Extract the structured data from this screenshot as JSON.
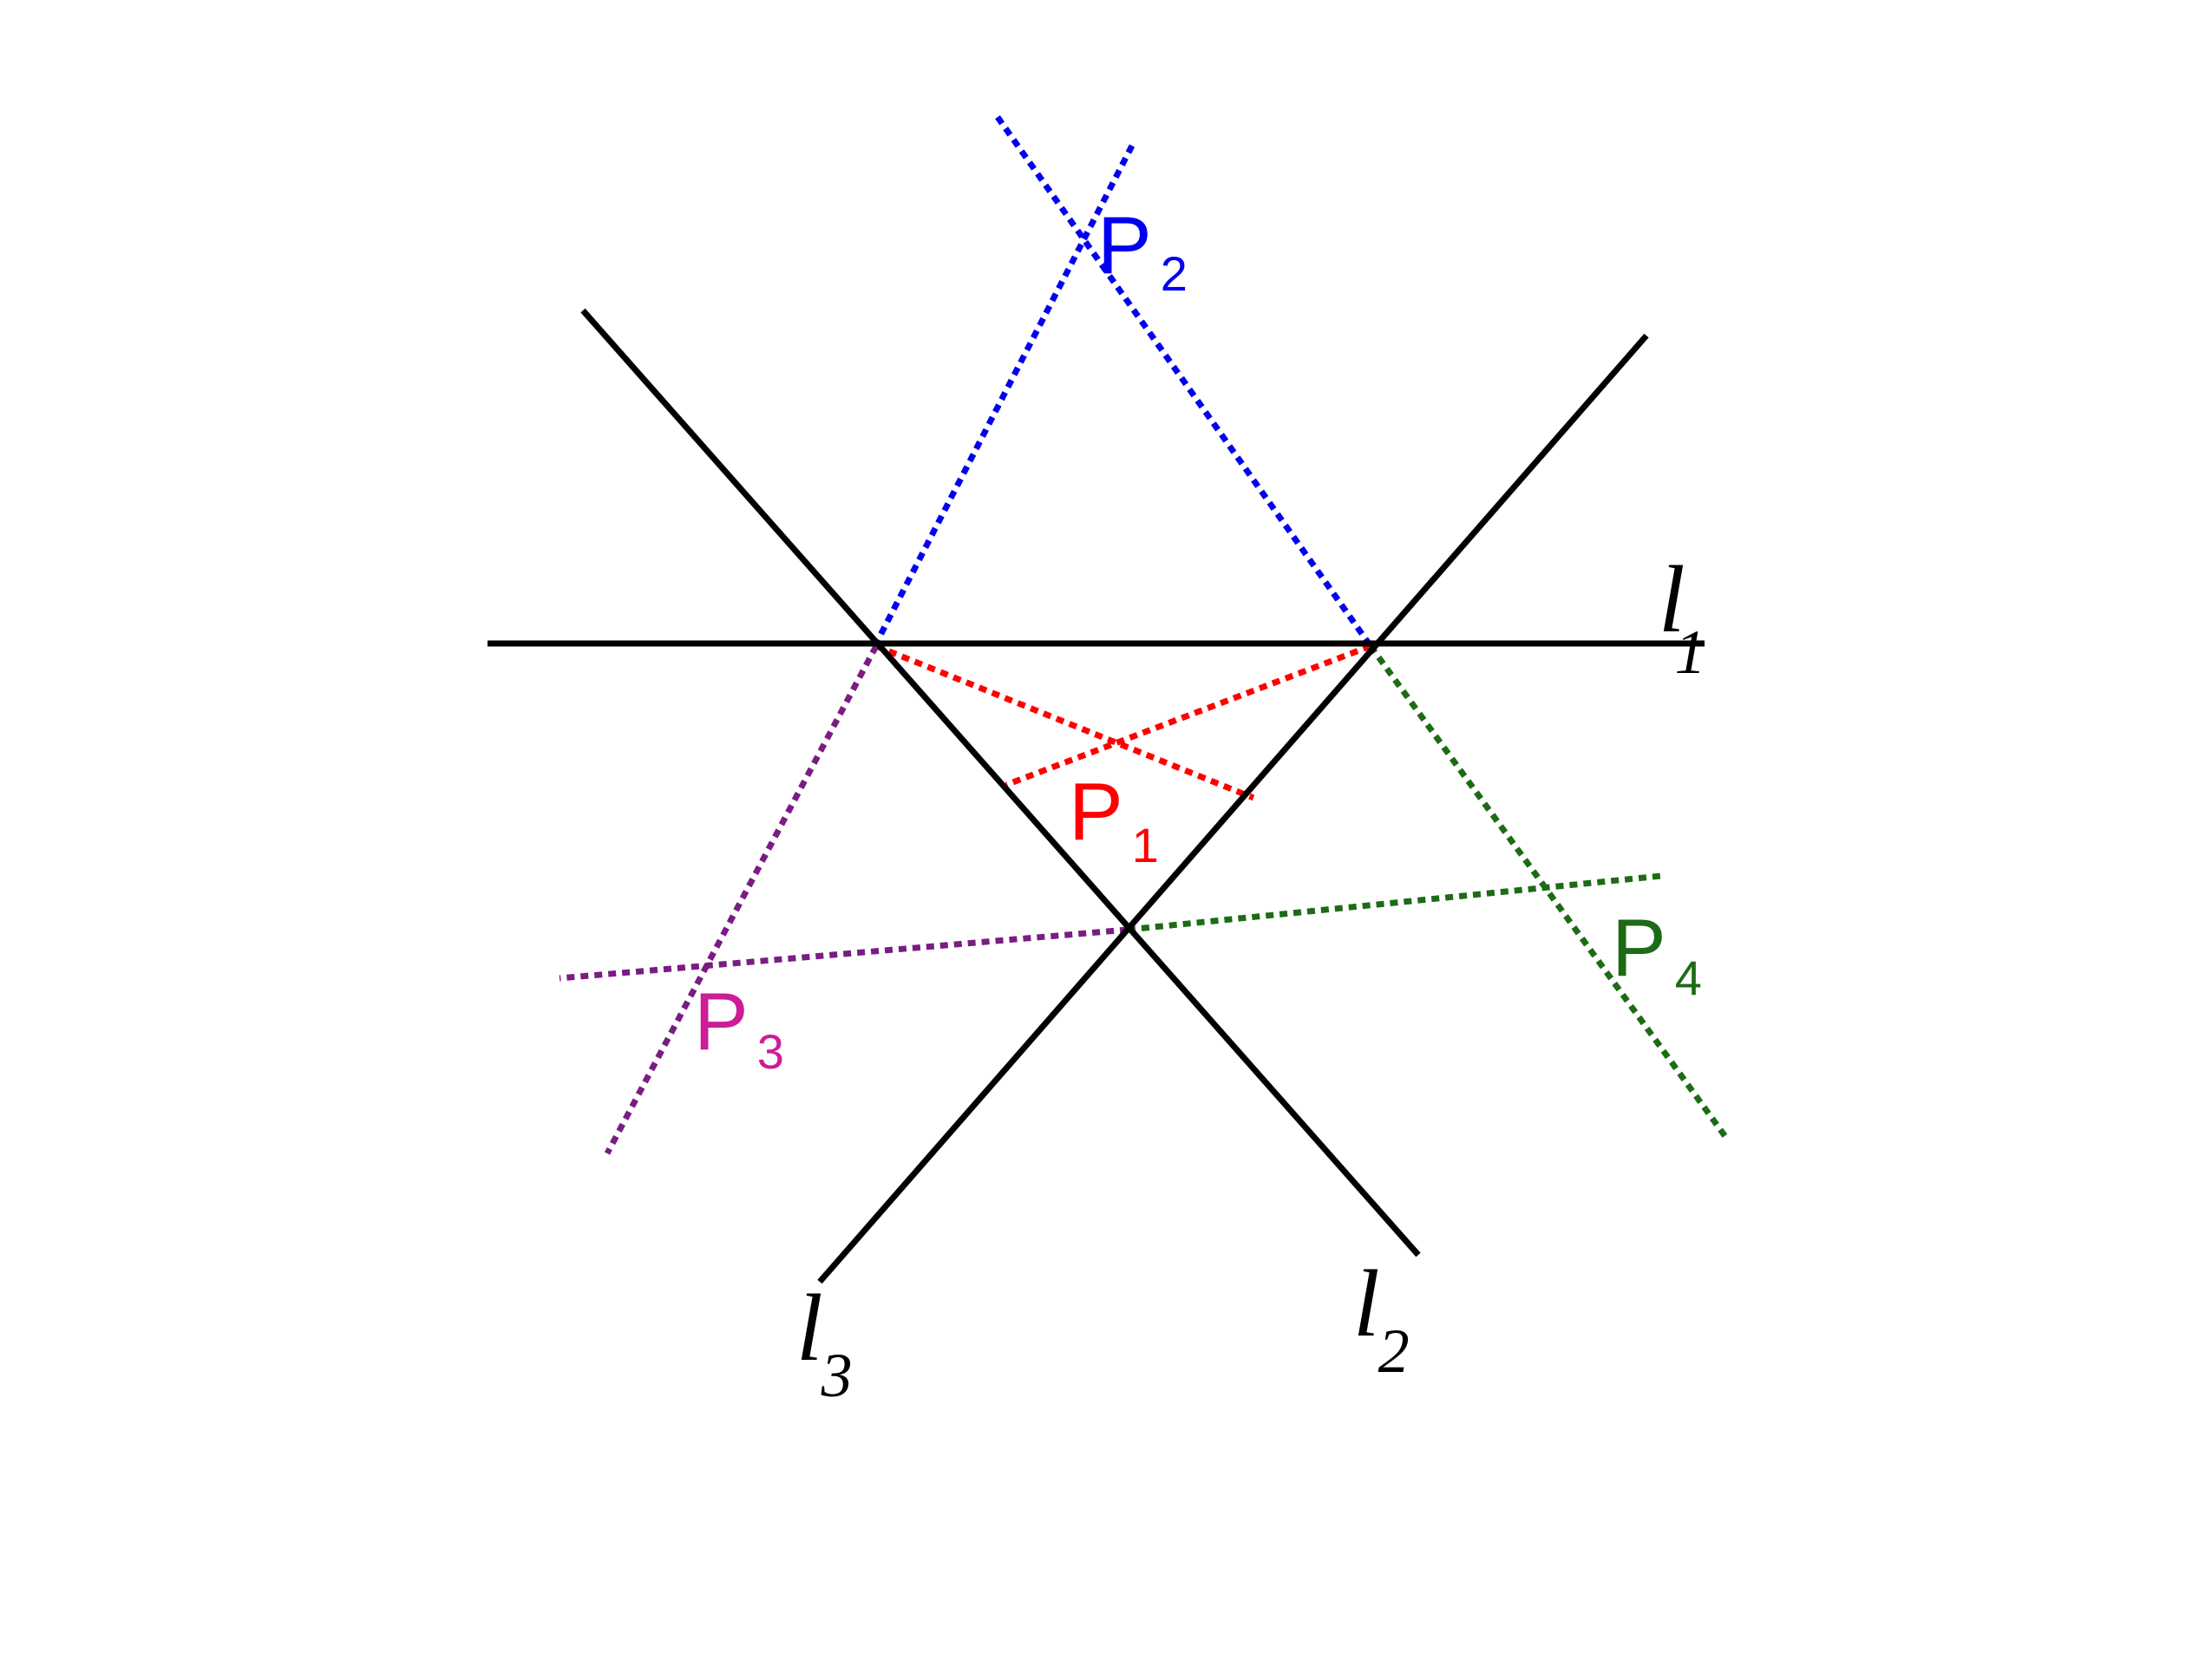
{
  "colors": {
    "lines": "#000000",
    "p1": "#ff0000",
    "p2": "#0000ee",
    "p3_lines": "#7a1c84",
    "p3_label": "#cc1c96",
    "p4": "#1d6b14"
  },
  "lines": [
    {
      "name": "l1",
      "letter": "l",
      "subscript": "1"
    },
    {
      "name": "l2",
      "letter": "l",
      "subscript": "2"
    },
    {
      "name": "l3",
      "letter": "l",
      "subscript": "3"
    }
  ],
  "points": [
    {
      "name": "P1",
      "letter": "P",
      "subscript": "1"
    },
    {
      "name": "P2",
      "letter": "P",
      "subscript": "2"
    },
    {
      "name": "P3",
      "letter": "P",
      "subscript": "3"
    },
    {
      "name": "P4",
      "letter": "P",
      "subscript": "4"
    }
  ]
}
